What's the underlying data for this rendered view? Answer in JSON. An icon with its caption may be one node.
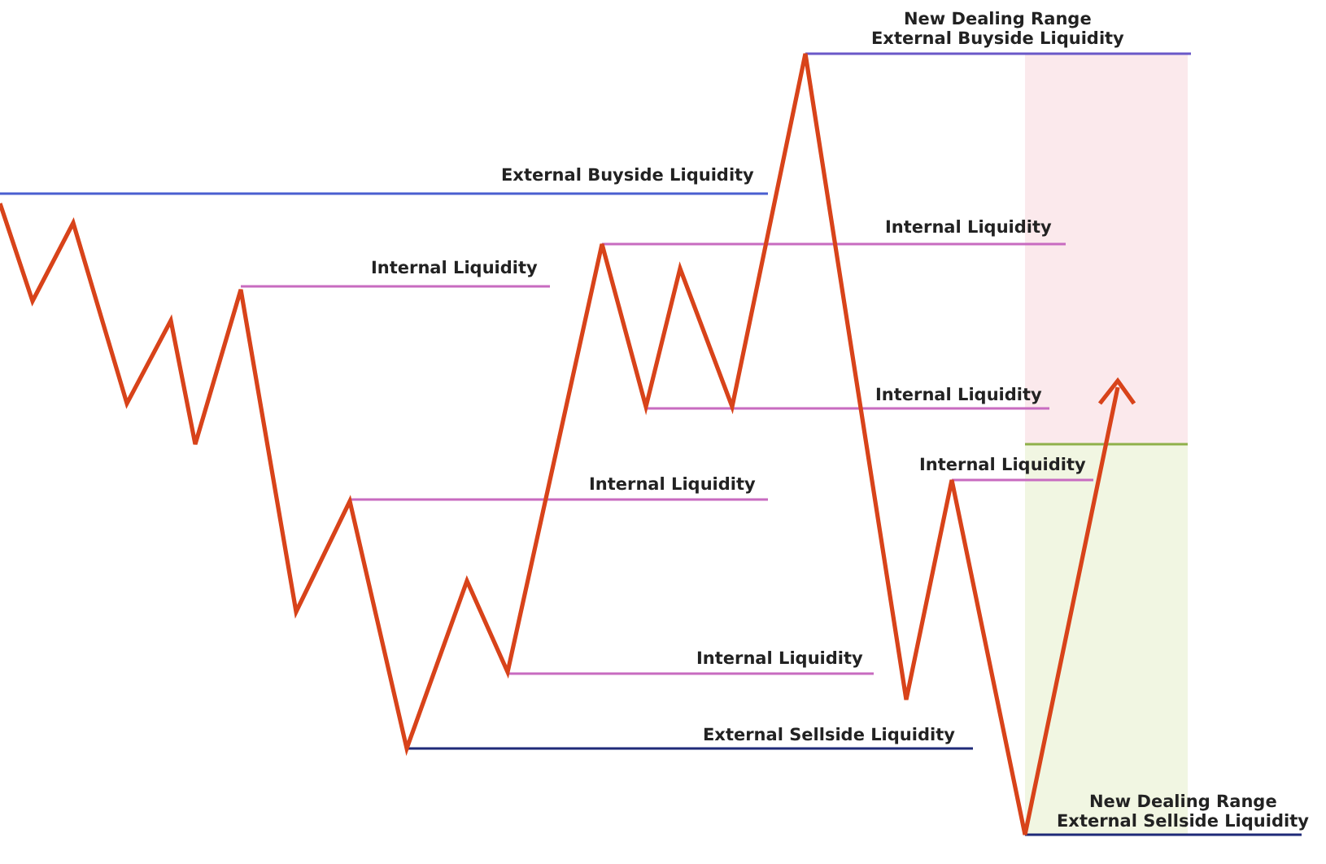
{
  "diagram": {
    "labels": [
      "New Dealing Range",
      "External Buyside Liquidity",
      "External Buyside Liquidity",
      "Internal Liquidity",
      "Internal Liquidity",
      "Internal Liquidity",
      "Internal Liquidity",
      "Internal Liquidity",
      "Internal Liquidity",
      "External Sellside Liquidity",
      "New Dealing Range",
      "External Sellside Liquidity"
    ]
  }
}
